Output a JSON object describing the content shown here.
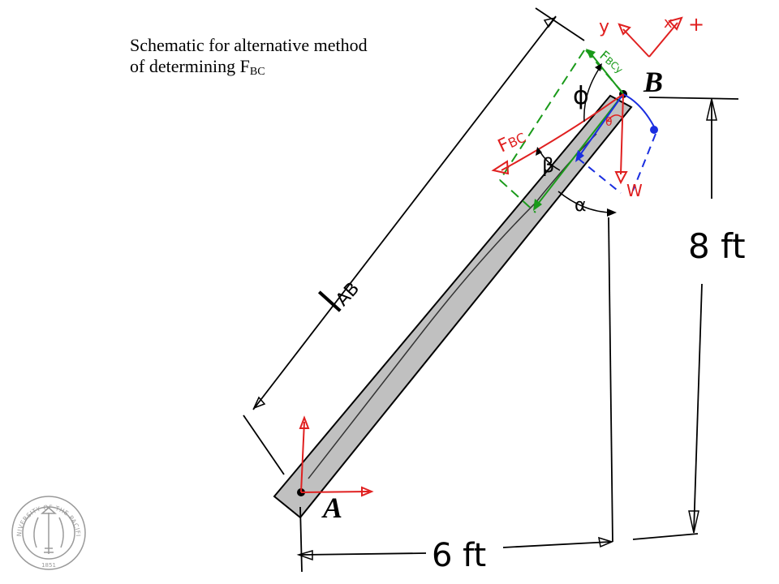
{
  "title": {
    "line1": "Schematic for alternative method",
    "line2": "of determining F",
    "subscript": "BC"
  },
  "points": {
    "a": "A",
    "b": "B"
  },
  "dimensions": {
    "horizontal": "6 ft",
    "vertical": "8 ft",
    "length": "l",
    "length_sub": "AB"
  },
  "forces": {
    "fbc": "F",
    "fbc_sub": "BC",
    "fbcy": "F",
    "fbcy_sub": "BCy",
    "weight": "W"
  },
  "angles": {
    "phi": "ϕ",
    "beta": "β",
    "alpha": "α",
    "theta": "θ"
  },
  "axes": {
    "y": "y",
    "x": "x",
    "plus": "+"
  },
  "logo": {
    "text": "UNIVERSITY OF THE PACIFIC",
    "year": "1851"
  },
  "colors": {
    "member": "#c0c0c0",
    "red": "#e02020",
    "green": "#1a9a1a",
    "blue": "#1a2ee0",
    "ink": "#000000",
    "logo": "#9a9a9a"
  }
}
